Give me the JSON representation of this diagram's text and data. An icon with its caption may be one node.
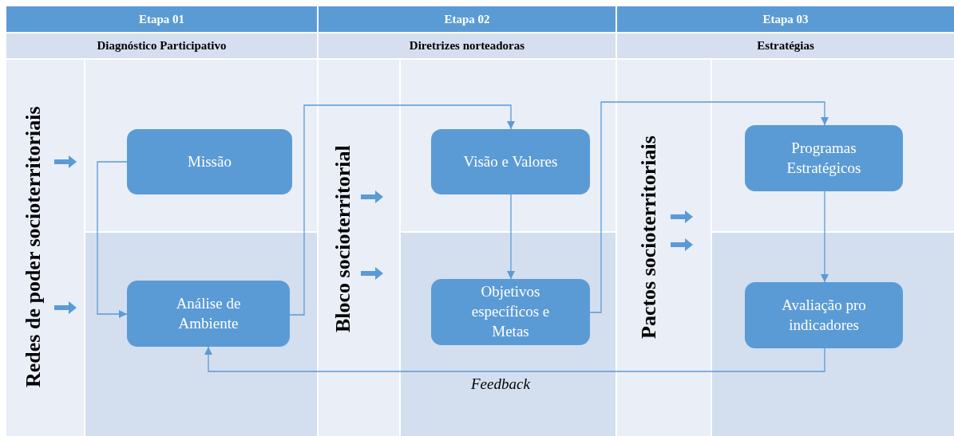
{
  "diagram": {
    "nodes": [
      {
        "text": [
          "Etapa 01"
        ]
      },
      {
        "text": [
          "Diagnóstico Participativo"
        ]
      },
      {
        "text": [
          "Etapa 02"
        ]
      },
      {
        "text": [
          "Diretrizes norteadoras"
        ]
      },
      {
        "text": [
          "Etapa 03"
        ]
      },
      {
        "text": [
          "Estratégias"
        ]
      },
      {
        "text": [
          "Redes de poder socioterritoriais"
        ]
      },
      {
        "text": [
          "Missão"
        ]
      },
      {
        "text": [
          "Análise de Ambiente"
        ]
      },
      {
        "text": [
          "Bloco socioterritorial"
        ]
      },
      {
        "text": [
          "Visão e Valores"
        ]
      },
      {
        "text": [
          "Objetivos específicos e Metas"
        ]
      },
      {
        "text": [
          "Pactos socioterritoriais"
        ]
      },
      {
        "text": [
          "Programas Estratégicos"
        ]
      },
      {
        "text": [
          "Avaliação pro indicadores"
        ]
      }
    ],
    "edges": [
      {
        "from": 7,
        "to": 8,
        "arrow": "to"
      },
      {
        "from": 8,
        "to": 10,
        "arrow": "to"
      },
      {
        "from": 10,
        "to": 11,
        "arrow": "to"
      },
      {
        "from": 11,
        "to": 13,
        "arrow": "to"
      },
      {
        "from": 13,
        "to": 14,
        "arrow": "to"
      },
      {
        "from": 14,
        "to": 8,
        "arrow": "to",
        "label": "Feedback"
      }
    ]
  }
}
